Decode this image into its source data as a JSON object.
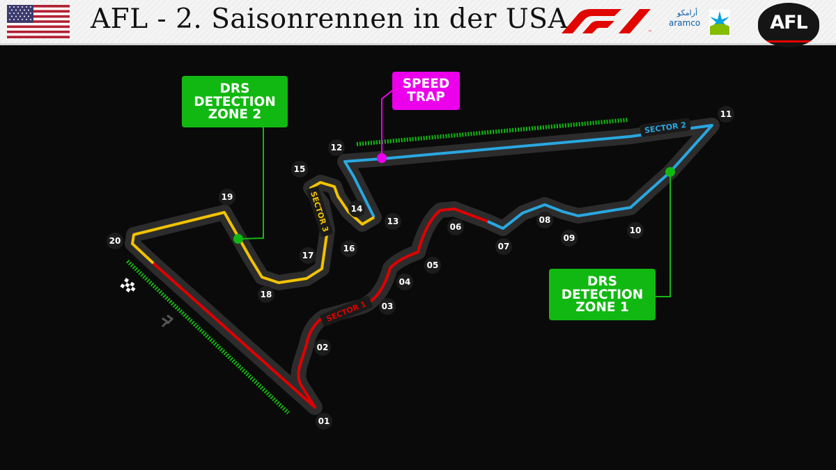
{
  "header": {
    "title": "AFL - 2. Saisonrennen in der USA",
    "sponsor_latin": "aramco",
    "sponsor_arabic": "أرامكو",
    "badge_text": "AFL",
    "f1_logo": "f1-logo",
    "flag": "usa-flag"
  },
  "colors": {
    "sector1": "#e00000",
    "sector2": "#2aa7e0",
    "sector3": "#f2c200",
    "drs": "#12b812",
    "speed_trap": "#ec00ec",
    "background": "#0a0a0a"
  },
  "labels": {
    "drs_zone_2": [
      "DRS",
      "DETECTION",
      "ZONE 2"
    ],
    "drs_zone_1": [
      "DRS",
      "DETECTION",
      "ZONE 1"
    ],
    "speed_trap": [
      "SPEED",
      "TRAP"
    ],
    "sector1": "SECTOR 1",
    "sector2": "SECTOR 2",
    "sector3": "SECTOR 3"
  },
  "turns": [
    "01",
    "02",
    "03",
    "04",
    "05",
    "06",
    "07",
    "08",
    "09",
    "10",
    "11",
    "12",
    "13",
    "14",
    "15",
    "16",
    "17",
    "18",
    "19",
    "20"
  ]
}
